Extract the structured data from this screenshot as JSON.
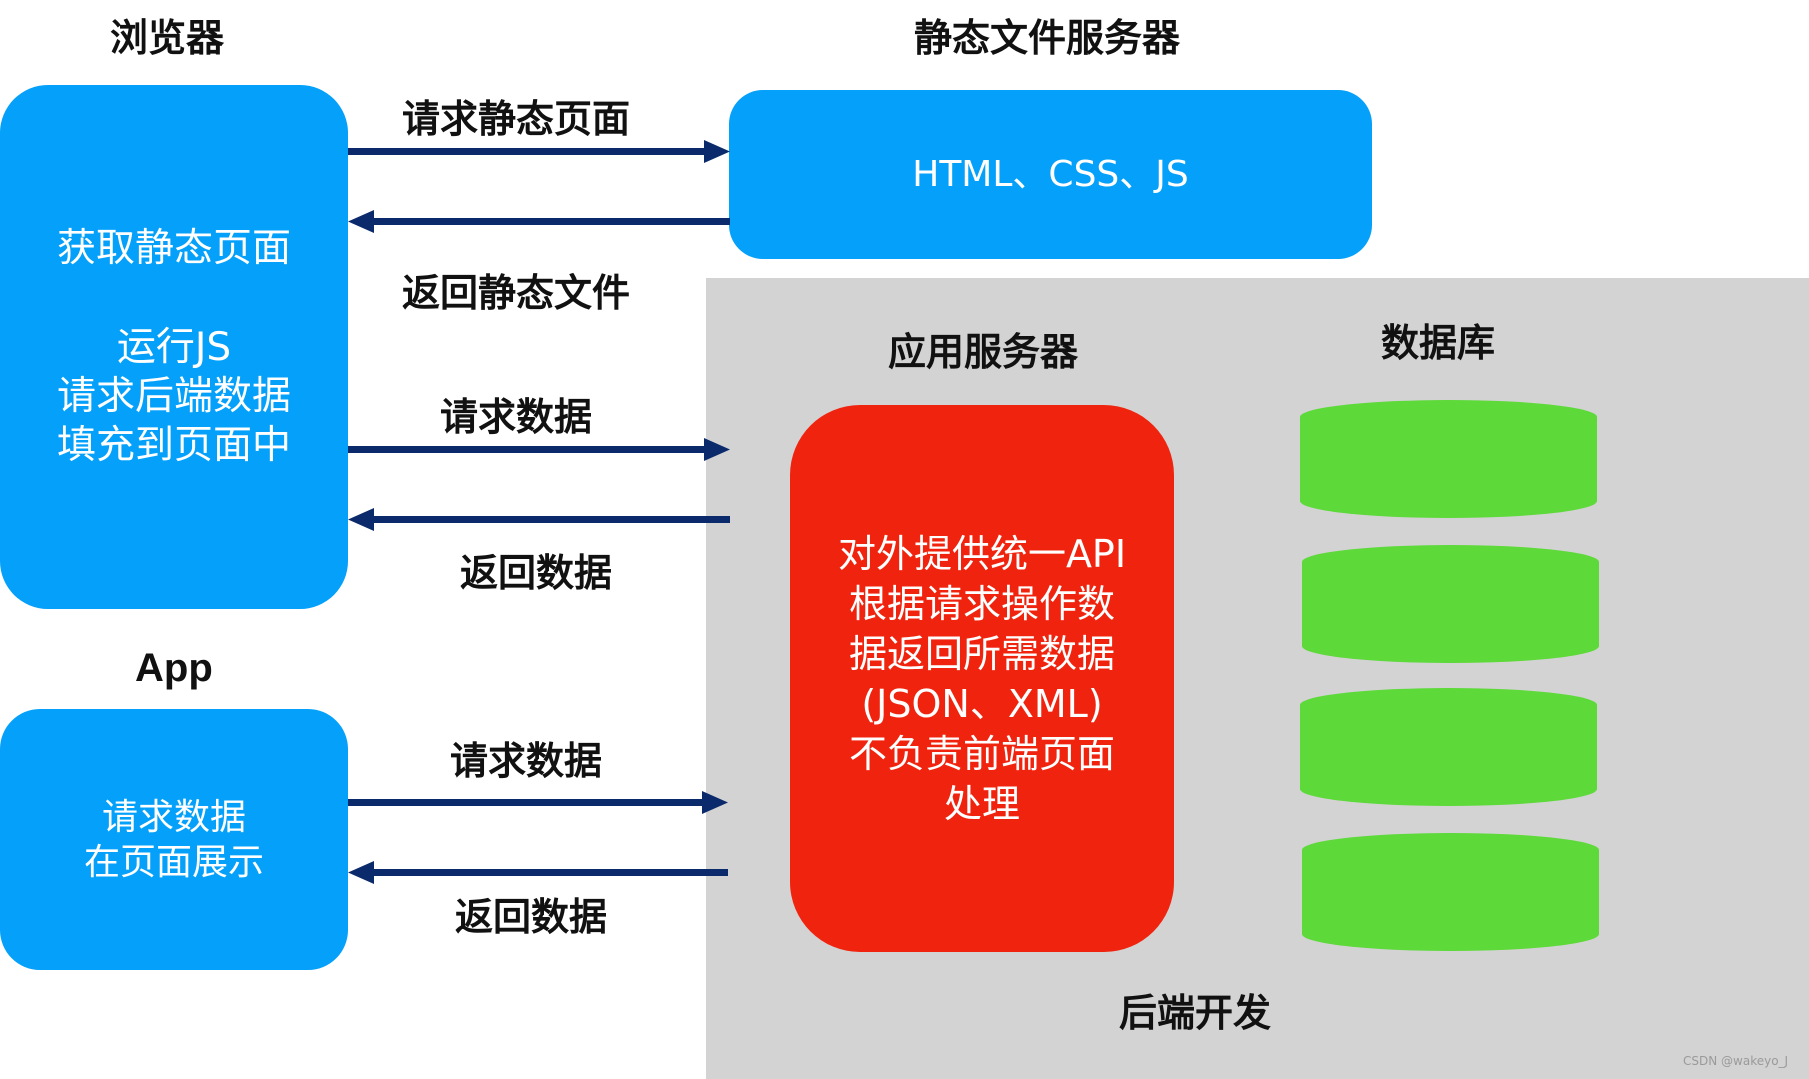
{
  "browser": {
    "title": "浏览器",
    "lines_top": [
      "获取静态页面"
    ],
    "lines_bottom": [
      "运行JS",
      "请求后端数据",
      "填充到页面中"
    ]
  },
  "static_server": {
    "title": "静态文件服务器",
    "content": "HTML、CSS、JS"
  },
  "app": {
    "title": "App",
    "lines": [
      "请求数据",
      "在页面展示"
    ]
  },
  "app_server": {
    "title": "应用服务器",
    "lines": [
      "对外提供统一API",
      "根据请求操作数",
      "据返回所需数据",
      "(JSON、XML)",
      "不负责前端页面",
      "处理"
    ]
  },
  "database": {
    "title": "数据库"
  },
  "backend": {
    "title": "后端开发"
  },
  "arrows": {
    "request_static": "请求静态页面",
    "return_static": "返回静态文件",
    "browser_request_data": "请求数据",
    "browser_return_data": "返回数据",
    "app_request_data": "请求数据",
    "app_return_data": "返回数据"
  },
  "colors": {
    "box_blue": "#04A0FA",
    "app_server_red": "#F0240E",
    "database_green": "#5DD93A",
    "backend_gray": "#D3D3D3",
    "arrow_navy": "#0B2A6B"
  },
  "watermark": "CSDN @wakeyo_J"
}
